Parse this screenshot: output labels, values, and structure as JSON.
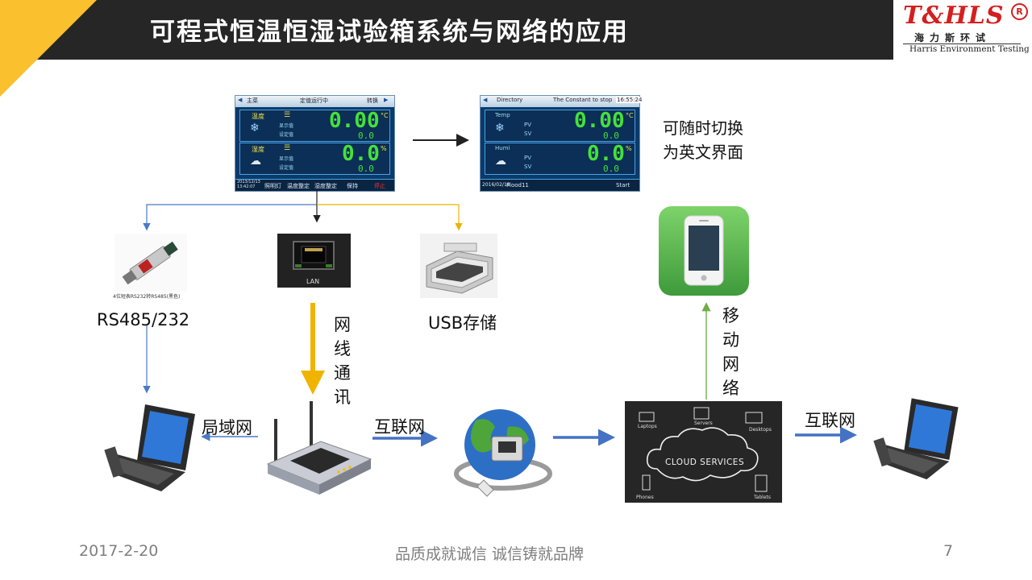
{
  "header": {
    "title": "可程式恒温恒湿试验箱系统与网络的应用",
    "logo_mark": "T&HLS",
    "logo_reg": "R",
    "logo_cn": "海力斯环试",
    "logo_en": "Harris Environment Testing"
  },
  "screen_cn": {
    "top_left": "主菜",
    "top_mid": "定值运行中",
    "top_right": "转换",
    "temp_label": "温度",
    "humi_label": "湿度",
    "pv_label": "显示值",
    "sv_label": "设定值",
    "temp_pv": "0.00",
    "temp_sv": "0.0",
    "humi_pv": "0.0",
    "humi_sv": "0.0",
    "temp_unit": "°C",
    "humi_unit": "%",
    "bottom_date": "2013/12/13",
    "bottom_time": "13:42:07",
    "btn1": "照明灯",
    "btn2": "温度整定",
    "btn3": "湿度整定",
    "btn4": "保持",
    "btn5": "停止"
  },
  "screen_en": {
    "top_left": "Directory",
    "top_mid": "The Constant to stop",
    "top_time": "16:55:24",
    "temp_label": "Temp",
    "humi_label": "Humi",
    "pv_label": "PV",
    "sv_label": "SV",
    "temp_pv": "0.00",
    "temp_sv": "0.0",
    "humi_pv": "0.0",
    "humi_sv": "0.0",
    "temp_unit": "°C",
    "humi_unit": "%",
    "bottom_date": "2016/02/18",
    "bottom_mid": "Flood11",
    "bottom_start": "Start"
  },
  "labels": {
    "switch_note_1": "可随时切换",
    "switch_note_2": "为英文界面",
    "rs485": "RS485/232",
    "usb": "USB存储",
    "lan_port": "LAN",
    "converter_caption": "4位短表RS232转RS485(黑色)",
    "cable_comm": [
      "网",
      "线",
      "通",
      "讯"
    ],
    "mobile_net": [
      "移",
      "动",
      "网",
      "络"
    ],
    "lan_area": "局域网",
    "internet_1": "互联网",
    "internet_2": "互联网",
    "cloud": "CLOUD SERVICES",
    "cloud_laptops": "Laptops",
    "cloud_servers": "Servers",
    "cloud_desktops": "Desktops",
    "cloud_phones": "Phones",
    "cloud_tablets": "Tablets"
  },
  "footer": {
    "date": "2017-2-20",
    "slogan": "品质成就诚信  诚信铸就品牌",
    "page": "7"
  },
  "colors": {
    "header_bg": "#262626",
    "accent_yellow": "#fbc02d",
    "arrow_blue": "#4472c4",
    "arrow_gold": "#f0b400",
    "arrow_green": "#70ad47",
    "app_green": "#5cb85c"
  }
}
